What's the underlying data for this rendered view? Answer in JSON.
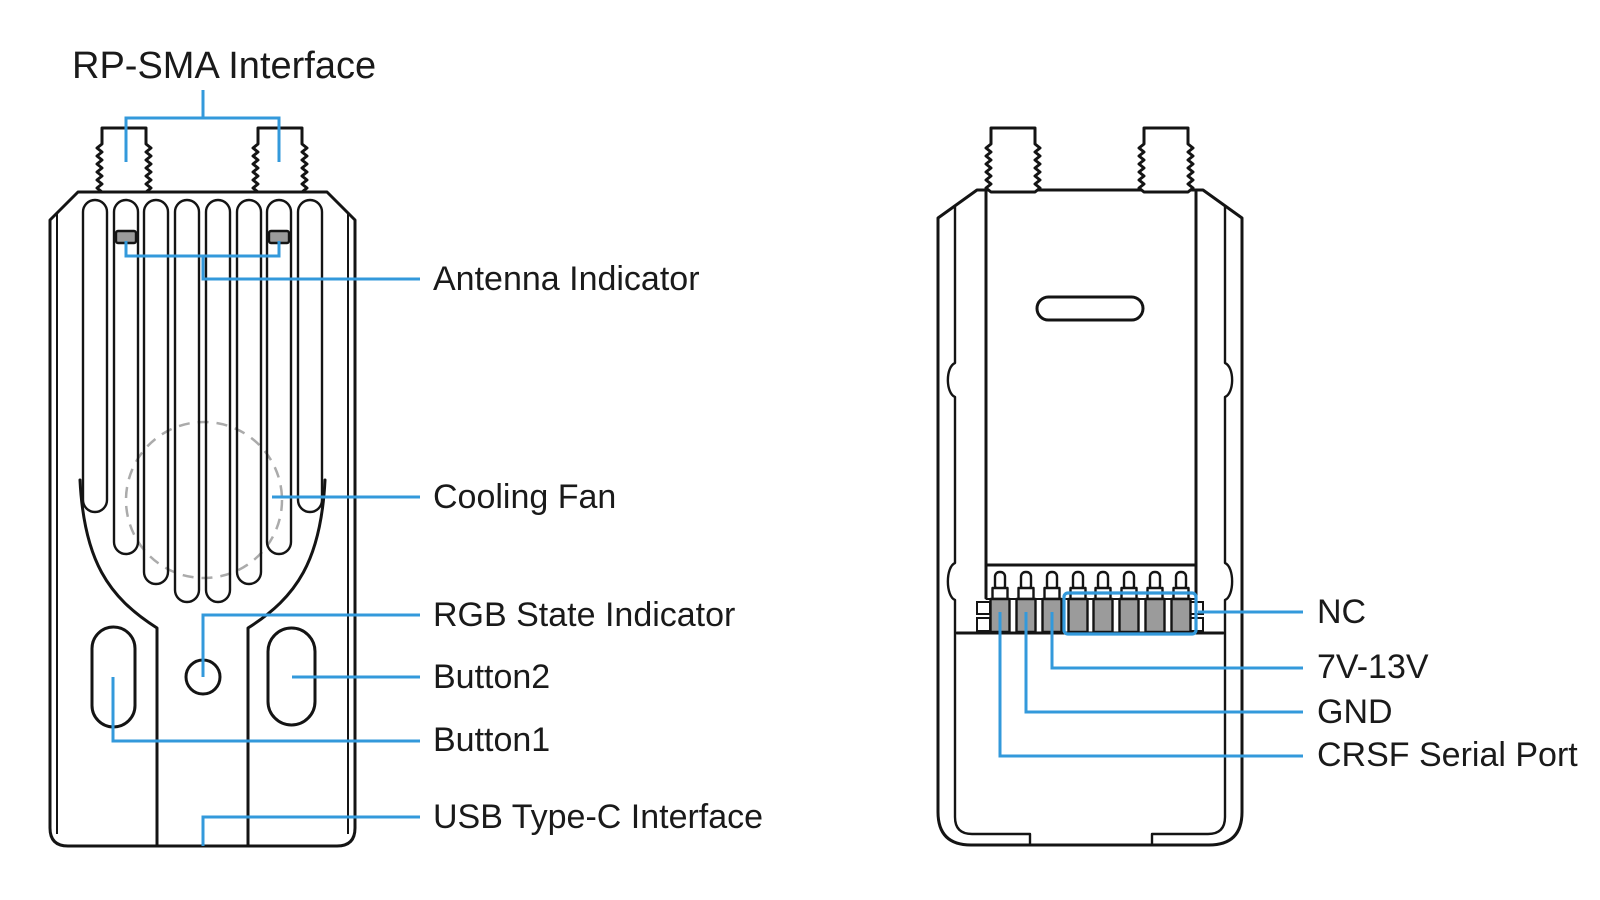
{
  "labels": {
    "rp_sma": "RP-SMA Interface",
    "antenna_indicator": "Antenna Indicator",
    "cooling_fan": "Cooling Fan",
    "rgb_state_indicator": "RGB State Indicator",
    "button2": "Button2",
    "button1": "Button1",
    "usb": "USB Type-C Interface",
    "nc": "NC",
    "power": "7V-13V",
    "gnd": "GND",
    "crsf": "CRSF Serial Port"
  },
  "back_connector": {
    "pin_count": 8,
    "assignments": [
      {
        "pins": "1",
        "label": "CRSF Serial Port"
      },
      {
        "pins": "2",
        "label": "GND"
      },
      {
        "pins": "3",
        "label": "7V-13V"
      },
      {
        "pins": "4-8",
        "label": "NC"
      }
    ]
  },
  "colors": {
    "leader": "#3399DB",
    "outline": "#141414",
    "metal-gray": "#9B9B9B",
    "fan-dash": "#ABABAB",
    "label-text": "#1A1A1A",
    "bg": "#FFFFFF"
  }
}
